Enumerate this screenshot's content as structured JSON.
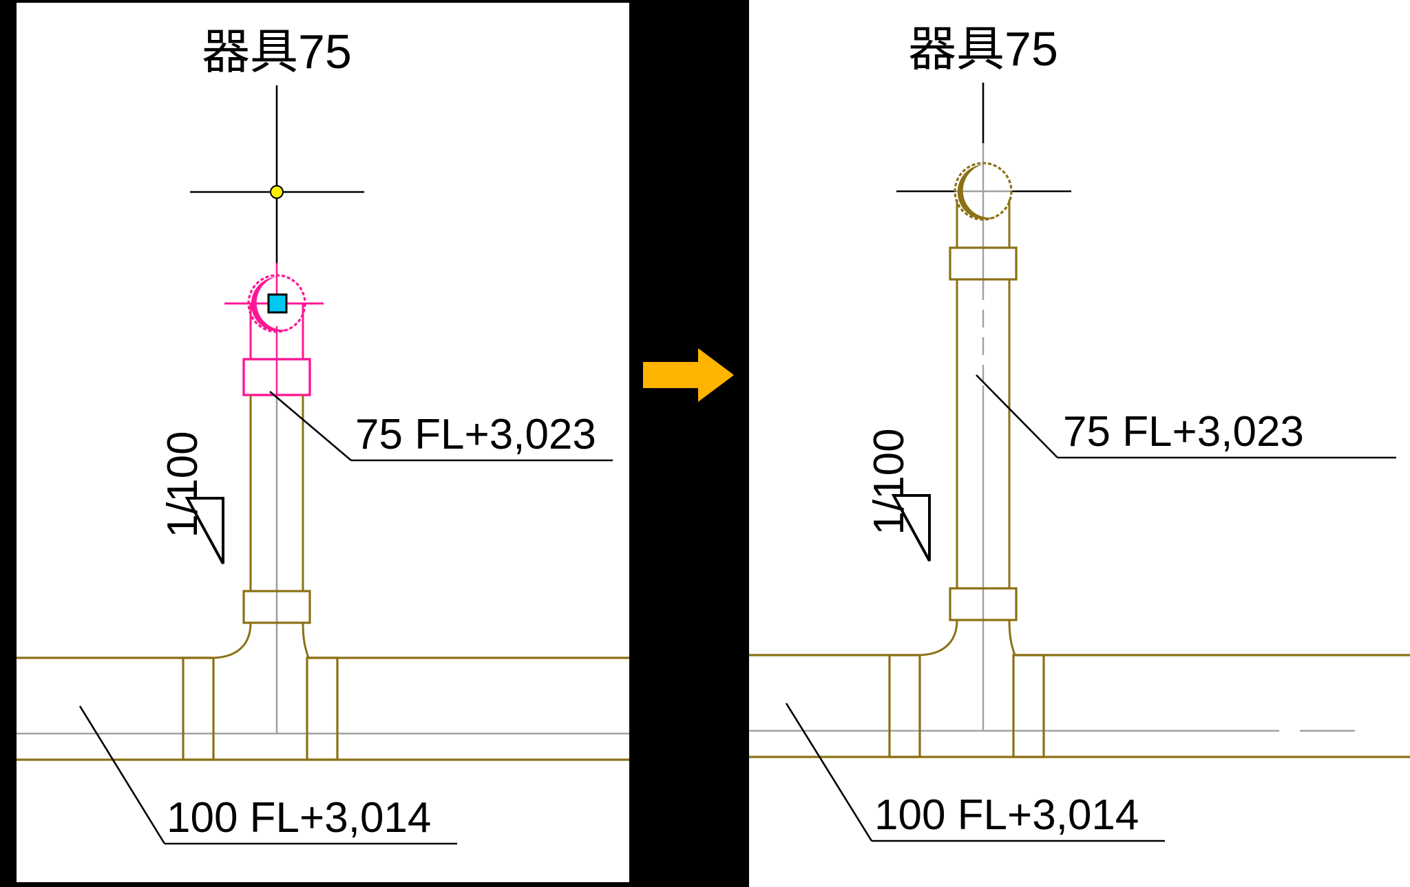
{
  "view": {
    "kind": "cad-before-after-comparison",
    "background_color": "#000000",
    "panel_background": "#ffffff"
  },
  "colors": {
    "selection_magenta": "#FF1693",
    "grip_cyan": "#00C8F0",
    "snap_yellow": "#FFF200",
    "pipe_olive": "#8B7014",
    "centerline_gray": "#A0A0A0",
    "annotation_black": "#000000",
    "arrow_amber": "#FFB400"
  },
  "arrow": {
    "name": "transition-arrow",
    "direction": "right",
    "color": "#FFB400"
  },
  "left_panel": {
    "name": "before-selected-state",
    "state_label": "selected",
    "fixture_label": "器具75",
    "slope_label": "1/100",
    "riser_elevation_label": "75 FL+3,023",
    "main_elevation_label": "100 FL+3,014",
    "fitting_color": "#FF1693",
    "grip_color": "#00C8F0",
    "snap_point_color": "#FFF200",
    "pipe_color": "#8B7014"
  },
  "right_panel": {
    "name": "after-deselected-state",
    "state_label": "deselected",
    "fixture_label": "器具75",
    "slope_label": "1/100",
    "riser_elevation_label": "75 FL+3,023",
    "main_elevation_label": "100 FL+3,014",
    "fitting_color": "#8B7014",
    "pipe_color": "#8B7014"
  },
  "geometry_notes": {
    "riser_nominal_diameter": "75",
    "main_nominal_diameter": "100",
    "riser_floor_level": "FL+3,023",
    "main_floor_level": "FL+3,014",
    "slope": "1/100"
  }
}
